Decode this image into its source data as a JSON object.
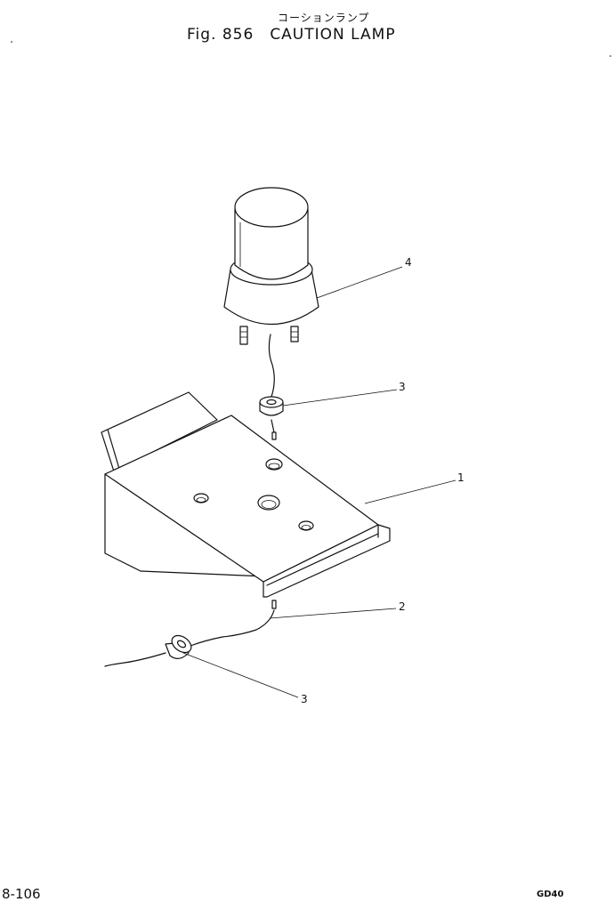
{
  "header": {
    "subtitle_jp": "コーションランプ",
    "fig_label": "Fig. 856",
    "title": "CAUTION LAMP"
  },
  "footer": {
    "page_number": "8-106",
    "model_code": "GD40"
  },
  "callouts": [
    {
      "number": "4",
      "part": "caution-lamp"
    },
    {
      "number": "3",
      "part": "grommet-upper"
    },
    {
      "number": "1",
      "part": "bracket"
    },
    {
      "number": "2",
      "part": "wire-harness"
    },
    {
      "number": "3",
      "part": "grommet-lower"
    }
  ]
}
